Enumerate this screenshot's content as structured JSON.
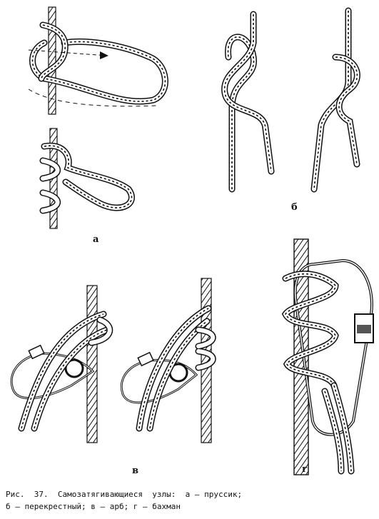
{
  "figure": {
    "labels": {
      "a": "а",
      "b": "б",
      "v": "в",
      "g": "г"
    },
    "caption_line1": "Рис.  37.  Самозатягивающиеся  узлы:  а – пруссик;",
    "caption_line2": "б – перекрестный; в – арб; г – бахман"
  }
}
